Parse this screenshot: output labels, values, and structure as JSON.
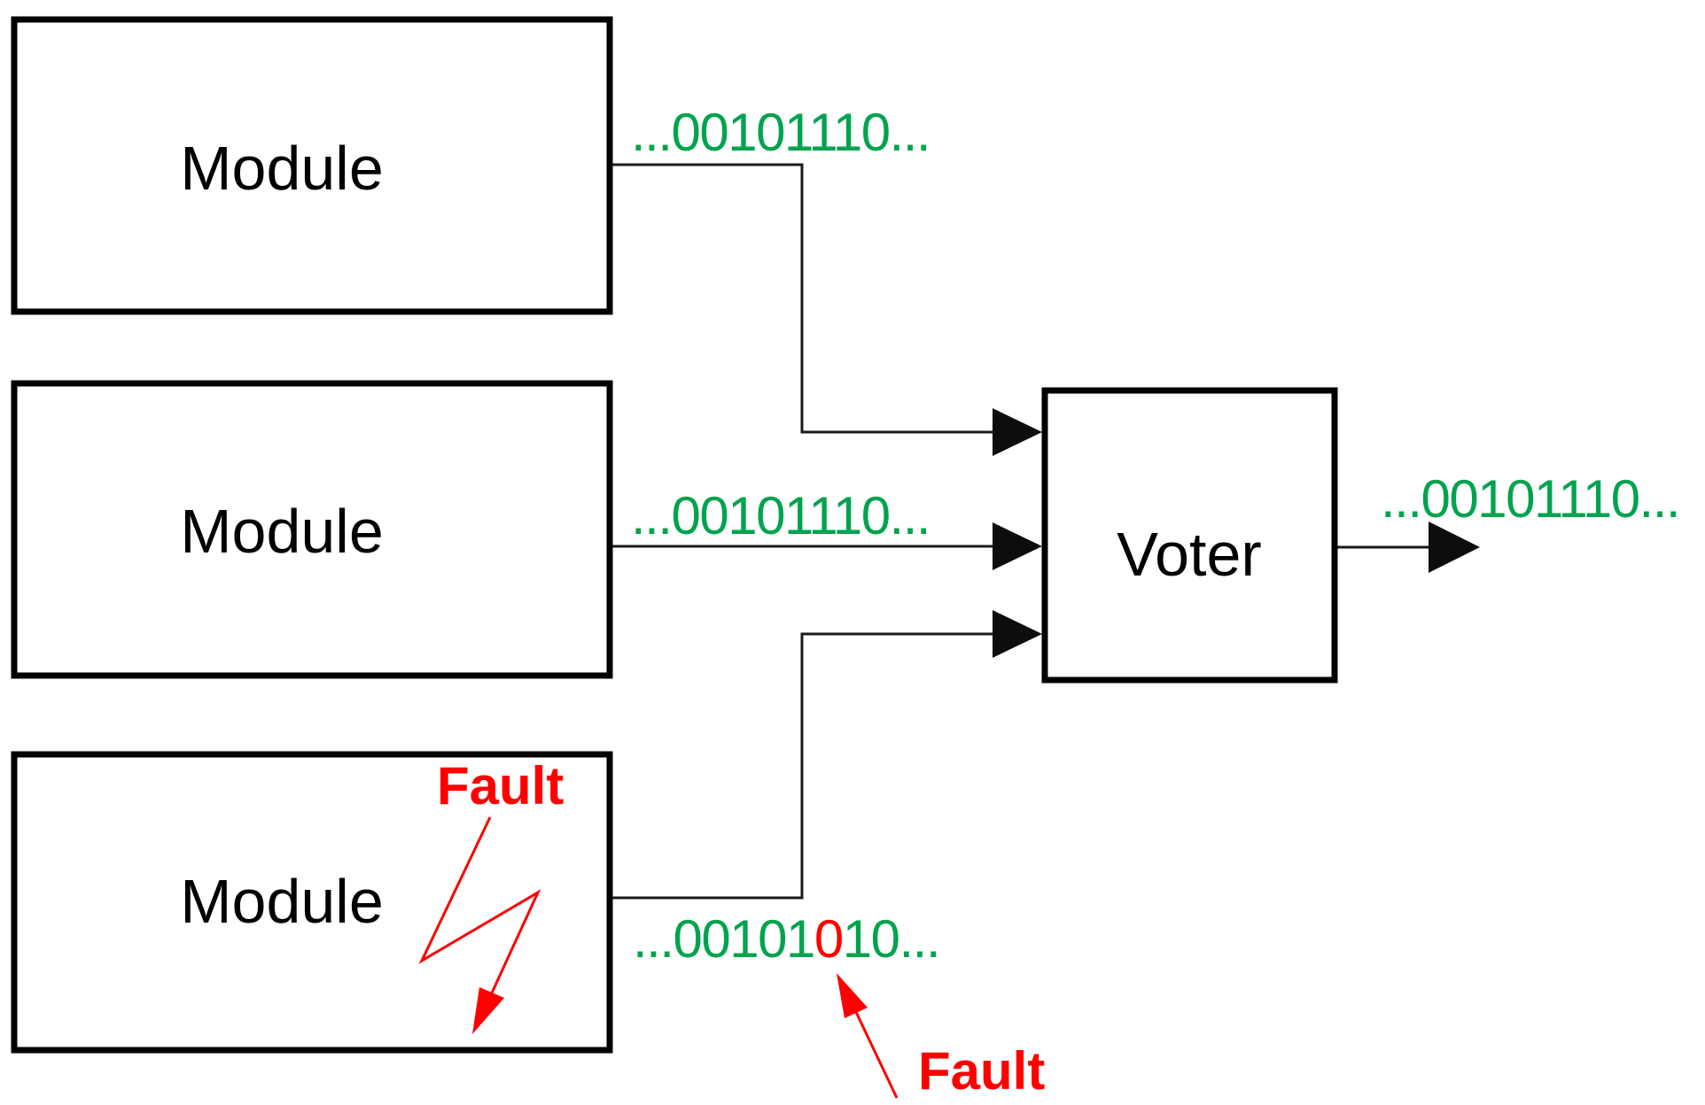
{
  "modules": [
    {
      "label": "Module"
    },
    {
      "label": "Module"
    },
    {
      "label": "Module"
    }
  ],
  "voter": {
    "label": "Voter"
  },
  "signals": {
    "module1_output": "...00101110...",
    "module2_output": "...00101110...",
    "module3_output_prefix": "...00101",
    "module3_fault_bit": "0",
    "module3_output_suffix": "10...",
    "voter_output": "...00101110..."
  },
  "faults": {
    "module_fault_label": "Fault",
    "bit_fault_label": "Fault"
  },
  "colors": {
    "signal_green": "#00A34E",
    "fault_red": "#FF0000",
    "line_color": "#1A1A1A",
    "box_border": "#000000",
    "text_color": "#000000",
    "background": "#FFFFFF"
  }
}
